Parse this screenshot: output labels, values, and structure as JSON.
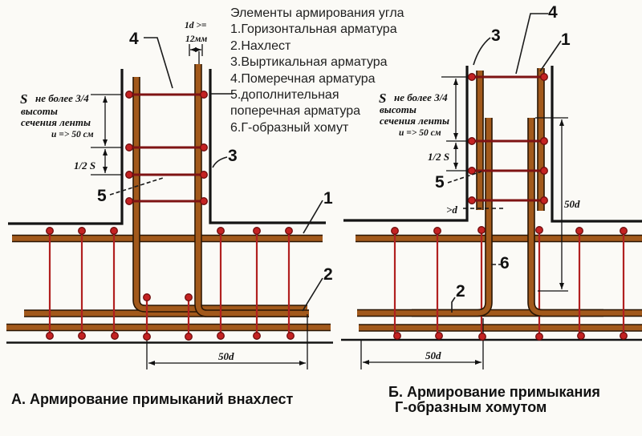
{
  "legend": {
    "title": "Элементы армирования угла",
    "lines": [
      "1.Горизонтальная арматура",
      "2.Нахлест",
      "3.Выртикальная арматура",
      "4.Померечная арматура",
      "5.дополнительная",
      "поперечная арматура",
      "6.Г-образный хомут"
    ]
  },
  "diagram_a": {
    "caption": "А. Армирование примыканий внахлест",
    "labels": {
      "l1": "1",
      "l2": "2",
      "l3": "3",
      "l4": "4",
      "l5": "5"
    },
    "dims": {
      "s_symbol": "S",
      "s_note1": "не более 3/4",
      "s_note2": "высоты",
      "s_note3": "сечения ленты",
      "s_note4": "и => 50 см",
      "half_s": "1/2 S",
      "bar_dia_1": "1d >=",
      "bar_dia_2": "12мм",
      "lap_length": "50d"
    }
  },
  "diagram_b": {
    "caption_line1": "Б. Армирование примыкания",
    "caption_line2": "Г-образным хомутом",
    "labels": {
      "l1": "1",
      "l2": "2",
      "l3": "3",
      "l4": "4",
      "l5": "5",
      "l6": "6"
    },
    "dims": {
      "s_symbol": "S",
      "s_note1": "не более 3/4",
      "s_note2": "высоты",
      "s_note3": "сечения ленты",
      "s_note4": "и => 50 см",
      "half_s": "1/2 S",
      "gap": ">d",
      "hook_length": "50d",
      "lap_length": "50d"
    }
  },
  "colors": {
    "rebar_brown": "#a2591b",
    "rebar_outline": "#2a1604",
    "tie_red": "#b12020",
    "tie_dark": "#7e1313",
    "dot_red": "#c42222",
    "line_black": "#141414",
    "background": "#fbfaf6"
  }
}
